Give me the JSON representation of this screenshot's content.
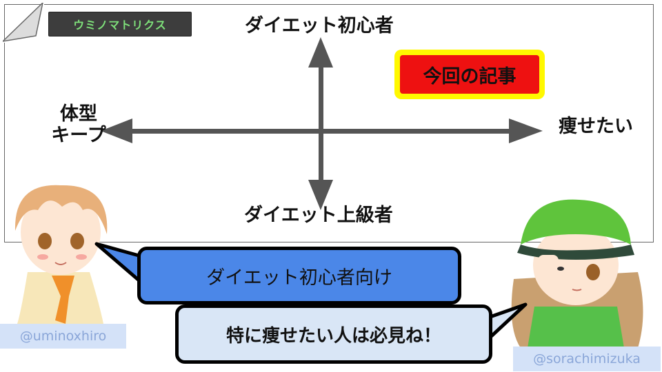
{
  "tag": {
    "label": "ウミノマトリクス"
  },
  "axes": {
    "top": "ダイエット初心者",
    "bottom": "ダイエット上級者",
    "left_line1": "体型",
    "left_line2": "キープ",
    "right": "痩せたい"
  },
  "highlight": {
    "label": "今回の記事",
    "fill": "#ee1111",
    "border": "#fff800"
  },
  "bubbles": {
    "left": "ダイエット初心者向け",
    "right": "特に痩せたい人は必見ね！"
  },
  "handles": {
    "left": "@uminoxhiro",
    "right": "@sorachimizuka"
  },
  "colors": {
    "axis_arrow": "#555555",
    "bubble_blue": "#4b87e8",
    "bubble_light": "#d9e6f6"
  }
}
